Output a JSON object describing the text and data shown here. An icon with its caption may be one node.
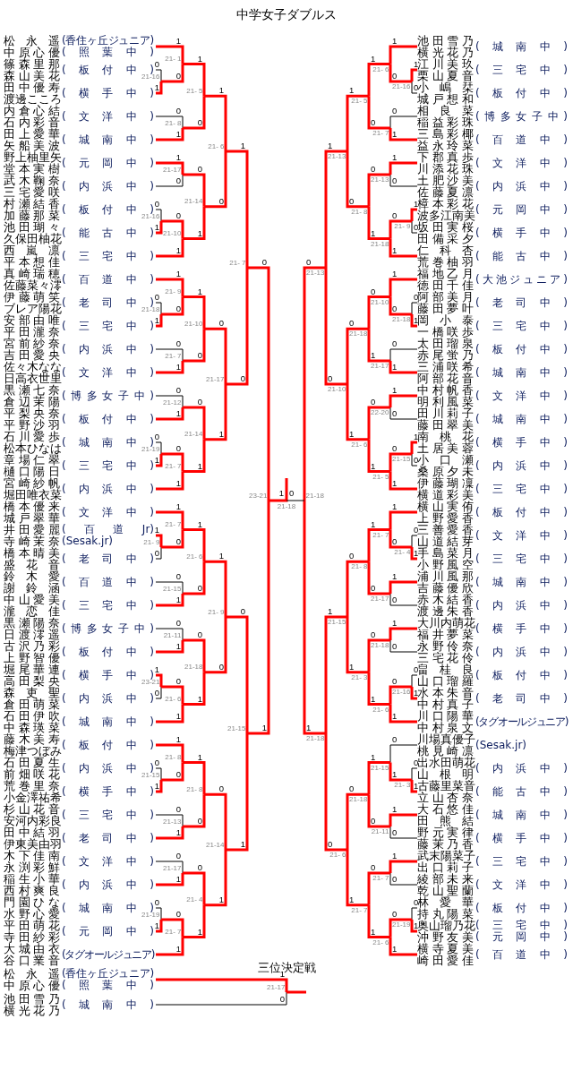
{
  "diagram": {
    "title": "中学女子ダブルス",
    "nodes": [
      {
        "text": [
          "松永遥",
          "中原心優",
          "(香住ヶ丘ジュニア)",
          "(照葉中)"
        ]
      },
      {
        "text": [
          "篠森里那",
          "森山美花",
          "(板付中)"
        ]
      },
      {
        "text": [
          "田中優寿",
          "渡邊こころ",
          "(横手中)"
        ]
      },
      {
        "text": [
          "内倉心結",
          "石内彩音",
          "(文洋中)"
        ]
      },
      {
        "text": [
          "田上愛華",
          "矢船美波",
          "(城南中)"
        ]
      },
      {
        "text": [
          "野上柚里矢",
          "堂本実樹",
          "(元岡中)"
        ]
      },
      {
        "text": [
          "武木鞠奈",
          "三宅愛咲",
          "(内浜中)"
        ]
      },
      {
        "text": [
          "村瀬結香",
          "加藤那菜",
          "(板付中)"
        ]
      },
      {
        "text": [
          "池田瑚々",
          "久保田柚花",
          "(能古中)"
        ]
      },
      {
        "text": [
          "西嵐凛",
          "平本想佳",
          "(三宅中)"
        ]
      },
      {
        "text": [
          "真崎瑞穂",
          "佐藤菜々澪",
          "(百道中)"
        ]
      },
      {
        "text": [
          "伊藤萌笑",
          "ブレア陽花",
          "(老司中)"
        ]
      },
      {
        "text": [
          "安部由唯",
          "平田瀧奈",
          "(三宅中)"
        ]
      },
      {
        "text": [
          "宮前紗奈",
          "吉田愛央",
          "(内浜中)"
        ]
      },
      {
        "text": [
          "佐々木なな",
          "日高衣世里",
          "(文洋中)"
        ]
      },
      {
        "text": [
          "黒瀬七奈",
          "倉辺茉陽",
          "(博多女子中)"
        ]
      },
      {
        "text": [
          "平梨央奈",
          "平野沙羽",
          "(板付中)"
        ]
      },
      {
        "text": [
          "石川愛歩",
          "松本ひなは",
          "(城南中)"
        ]
      },
      {
        "text": [
          "章場仁翠",
          "樋口陽日",
          "(三宅中)"
        ]
      },
      {
        "text": [
          "宮崎紗帆",
          "堀田唯衣菜",
          "(内浜中)"
        ]
      },
      {
        "text": [
          "橋本優来",
          "城戸翠華",
          "(文洋中)"
        ]
      },
      {
        "text": [
          "井田愛麗",
          "寺崎茉奈",
          "(百道Jr)",
          "(Sesak.jr)"
        ]
      },
      {
        "text": [
          "橋本晴美",
          "盛花音",
          "(老司中)"
        ]
      },
      {
        "text": [
          "鈴木愛",
          "謝鈴涵",
          "(百道中)"
        ]
      },
      {
        "text": [
          "中山愛美",
          "瀧恋佳",
          "(三宅中)"
        ]
      },
      {
        "text": [
          "黒瀬陽奈",
          "日渡澪遥",
          "(博多女子中)"
        ]
      },
      {
        "text": [
          "古沢乃彩",
          "上野智優",
          "(板付中)"
        ]
      },
      {
        "text": [
          "堀尾華連",
          "高田梨央",
          "(横手中)"
        ]
      },
      {
        "text": [
          "森吏聖",
          "倉田萌菜",
          "(内浜中)"
        ]
      },
      {
        "text": [
          "石田伊吹",
          "中森瑛菜",
          "(城南中)"
        ]
      },
      {
        "text": [
          "藤木美寿",
          "梅津つぼみ",
          "(板付中)"
        ]
      },
      {
        "text": [
          "石田夏生",
          "前畑咲花",
          "(内浜中)"
        ]
      },
      {
        "text": [
          "荒巻里奈",
          "小金澤祐希",
          "(横手中)"
        ]
      },
      {
        "text": [
          "杉山花音",
          "安河内彩良",
          "(三宅中)"
        ]
      },
      {
        "text": [
          "田中結羽",
          "伊東美由羽",
          "(老司中)"
        ]
      },
      {
        "text": [
          "木下佳南",
          "永渕彩鮮",
          "(文洋中)"
        ]
      },
      {
        "text": [
          "稲生小華",
          "西村爽良",
          "(内浜中)"
        ]
      },
      {
        "text": [
          "門園ひな",
          "水野心愛",
          "(城南中)"
        ]
      },
      {
        "text": [
          "平田萌花",
          "寺田紗彩",
          "(元岡中)"
        ]
      },
      {
        "text": [
          "大城由衣",
          "谷口業音",
          "(タグオールジュニア)"
        ]
      },
      {
        "text": [
          "21-16"
        ]
      },
      {
        "text": [
          "21- 1"
        ]
      },
      {
        "text": [
          "21- 8"
        ]
      },
      {
        "text": [
          "21- 5"
        ]
      },
      {
        "text": [
          "21-17"
        ]
      },
      {
        "text": [
          "21-16"
        ]
      },
      {
        "text": [
          "21-10"
        ]
      },
      {
        "text": [
          "21-14"
        ]
      },
      {
        "text": [
          "21- 6"
        ]
      },
      {
        "text": [
          "21-18"
        ]
      },
      {
        "text": [
          "21- 9"
        ]
      },
      {
        "text": [
          "21- 7"
        ]
      },
      {
        "text": [
          "21-10"
        ]
      },
      {
        "text": [
          "21-12"
        ]
      },
      {
        "text": [
          "21-19"
        ]
      },
      {
        "text": [
          "21- 7"
        ]
      },
      {
        "text": [
          "21-14"
        ]
      },
      {
        "text": [
          "21-17"
        ]
      },
      {
        "text": [
          "21- 7"
        ]
      },
      {
        "text": [
          "21- 9"
        ]
      },
      {
        "text": [
          "21- 7"
        ]
      },
      {
        "text": [
          "21-15"
        ]
      },
      {
        "text": [
          "21- 6"
        ]
      },
      {
        "text": [
          "21-11"
        ]
      },
      {
        "text": [
          "23-21"
        ]
      },
      {
        "text": [
          "21- 6"
        ]
      },
      {
        "text": [
          "21-18"
        ]
      },
      {
        "text": [
          "21- 9"
        ]
      },
      {
        "text": [
          "21-15"
        ]
      },
      {
        "text": [
          "21- 8"
        ]
      },
      {
        "text": [
          "21-13"
        ]
      },
      {
        "text": [
          "21- 8"
        ]
      },
      {
        "text": [
          "21-17"
        ]
      },
      {
        "text": [
          "21-19"
        ]
      },
      {
        "text": [
          "21- 7"
        ]
      },
      {
        "text": [
          "21- 4"
        ]
      },
      {
        "text": [
          "21-14"
        ]
      },
      {
        "text": [
          "21-15"
        ]
      },
      {
        "text": [
          "23-21"
        ]
      },
      {
        "text": [
          "池田雪乃",
          "横光花乃",
          "(城南中)"
        ]
      },
      {
        "text": [
          "江川美玖",
          "栗山夏音",
          "(三宅中)"
        ]
      },
      {
        "text": [
          "小嶋栞",
          "城戸想和",
          "(板付中)"
        ]
      },
      {
        "text": [
          "相良菜",
          "稲益彩珠",
          "(博多女子中)"
        ]
      },
      {
        "text": [
          "三島彩椰",
          "益永玲菜",
          "(百道中)"
        ]
      },
      {
        "text": [
          "下郡真歩",
          "川添花珠",
          "(文洋中)"
        ]
      },
      {
        "text": [
          "土肥沙美",
          "佐藤夏凛",
          "(内浜中)"
        ]
      },
      {
        "text": [
          "樟本彩花",
          "波多江南美",
          "(元岡中)"
        ]
      },
      {
        "text": [
          "坂田実桜",
          "田備采夕",
          "(横手中)"
        ]
      },
      {
        "text": [
          "仁科杏",
          "荒巻柚羽",
          "(能古中)"
        ]
      },
      {
        "text": [
          "福地乙月",
          "徳田千佳",
          "(大池ジュニア)"
        ]
      },
      {
        "text": [
          "阿部美月",
          "藤田夢叶",
          "(老司中)"
        ]
      },
      {
        "text": [
          "岡小泰",
          "一橋咲歩",
          "(三宅中)"
        ]
      },
      {
        "text": [
          "太田瑠泉",
          "赤尾蛍乃",
          "(板付中)"
        ]
      },
      {
        "text": [
          "三浦咲希",
          "阿部花音",
          "(城南中)"
        ]
      },
      {
        "text": [
          "中村帆香",
          "明利風菜",
          "(文洋中)"
        ]
      },
      {
        "text": [
          "田川莉子",
          "藤田翠美",
          "(城南中)"
        ]
      },
      {
        "text": [
          "南桃花",
          "土居美蓉",
          "(横手中)"
        ]
      },
      {
        "text": [
          "小口瀬",
          "桑原夕未",
          "(内浜中)"
        ]
      },
      {
        "text": [
          "伊藤瑚凜",
          "横道彩美",
          "(三宅中)"
        ]
      },
      {
        "text": [
          "横山実侑",
          "上野愛香",
          "(板付中)"
        ]
      },
      {
        "text": [
          "三善愛香",
          "山道結芽",
          "(文洋中)"
        ]
      },
      {
        "text": [
          "手島菜月",
          "小野風空",
          "(三宅中)"
        ]
      },
      {
        "text": [
          "浦川風那",
          "吉藤優欣",
          "(城南中)"
        ]
      },
      {
        "text": [
          "赤木結香",
          "渡邊朱香",
          "(内浜中)"
        ]
      },
      {
        "text": [
          "大川内萌花",
          "福井夢菜",
          "(横手中)"
        ]
      },
      {
        "text": [
          "永野伶奈",
          "三宅花伶",
          "(内浜中)"
        ]
      },
      {
        "text": [
          "畠桂良",
          "山口瑠羅",
          "(板付中)"
        ]
      },
      {
        "text": [
          "水本朱音",
          "中村真子",
          "(老司中)"
        ]
      },
      {
        "text": [
          "川口陽華",
          "中村泉文",
          "(タグオールジュニア)"
        ]
      },
      {
        "text": [
          "川場真優子",
          "桃見崎凛",
          "(Sesak.jr)"
        ]
      },
      {
        "text": [
          "出水田萌花",
          "山根明",
          "(内浜中)"
        ]
      },
      {
        "text": [
          "古藤里菜音",
          "立山杏奈",
          "(能古中)"
        ]
      },
      {
        "text": [
          "大石悠佳",
          "田熊結",
          "(城南中)"
        ]
      },
      {
        "text": [
          "野元実律",
          "藤茉乃香",
          "(横手中)"
        ]
      },
      {
        "text": [
          "武末陽菜子",
          "出口莉子",
          "(三宅中)"
        ]
      },
      {
        "text": [
          "綾部未来",
          "乾山聖蘭",
          "(文洋中)"
        ]
      },
      {
        "text": [
          "林愛華",
          "持丸陽菜",
          "(板付中)"
        ]
      },
      {
        "text": [
          "奥山瑠乃花",
          "沖野友美",
          "(三宅中)",
          "(元岡中)"
        ]
      },
      {
        "text": [
          "横寺夏美",
          "崎田愛佳",
          "(百道中)"
        ]
      },
      {
        "text": [
          "21-16"
        ]
      },
      {
        "text": [
          "21- 6"
        ]
      },
      {
        "text": [
          "21- 7"
        ]
      },
      {
        "text": [
          "21- 5"
        ]
      },
      {
        "text": [
          "21-13"
        ]
      },
      {
        "text": [
          "21- 9"
        ]
      },
      {
        "text": [
          "21-18"
        ]
      },
      {
        "text": [
          "21- 8"
        ]
      },
      {
        "text": [
          "21-13"
        ]
      },
      {
        "text": [
          "21-18"
        ]
      },
      {
        "text": [
          "21-10"
        ]
      },
      {
        "text": [
          "21-17"
        ]
      },
      {
        "text": [
          "21-18"
        ]
      },
      {
        "text": [
          "22-20"
        ]
      },
      {
        "text": [
          "21-15"
        ]
      },
      {
        "text": [
          "21- 5"
        ]
      },
      {
        "text": [
          "21- 6"
        ]
      },
      {
        "text": [
          "21-10"
        ]
      },
      {
        "text": [
          "21-13"
        ]
      },
      {
        "text": [
          "21- 4"
        ]
      },
      {
        "text": [
          "21- 7"
        ]
      },
      {
        "text": [
          "21-17"
        ]
      },
      {
        "text": [
          "21- 8"
        ]
      },
      {
        "text": [
          "21-18"
        ]
      },
      {
        "text": [
          "21-16"
        ]
      },
      {
        "text": [
          "21- 6"
        ]
      },
      {
        "text": [
          "21- 3"
        ]
      },
      {
        "text": [
          "21-15"
        ]
      },
      {
        "text": [
          "21- 3"
        ]
      },
      {
        "text": [
          "21-15"
        ]
      },
      {
        "text": [
          "21-11"
        ]
      },
      {
        "text": [
          "21-18"
        ]
      },
      {
        "text": [
          "21- 7"
        ]
      },
      {
        "text": [
          "21-19"
        ]
      },
      {
        "text": [
          "21- 6"
        ]
      },
      {
        "text": [
          "21- 7"
        ]
      },
      {
        "text": [
          "21- 6"
        ]
      },
      {
        "text": [
          "21-18"
        ]
      },
      {
        "text": [
          "21-18"
        ]
      },
      {
        "text": [
          "21-18"
        ]
      },
      {
        "text": [
          "松永遥",
          "中原心優",
          "(香住ヶ丘ジュニア)",
          "(照葉中)"
        ]
      },
      {
        "text": [
          "池田雪乃",
          "横光花乃",
          "(城南中)"
        ]
      },
      {
        "text": [
          "21-17"
        ]
      }
    ],
    "edges": [
      {
        "from": 1,
        "to": 40,
        "arrow": "none",
        "label": "0",
        "color": "#000000"
      },
      {
        "from": 2,
        "to": 40,
        "arrow": "none",
        "label": "1"
      },
      {
        "from": 0,
        "to": 41,
        "arrow": "none",
        "label": "1"
      },
      {
        "from": 40,
        "to": 41,
        "arrow": "none",
        "label": "0"
      },
      {
        "from": 3,
        "to": 42,
        "arrow": "none",
        "label": "0",
        "color": "#000000"
      },
      {
        "from": 4,
        "to": 42,
        "arrow": "none",
        "label": "1"
      },
      {
        "from": 41,
        "to": 43,
        "arrow": "none",
        "label": "1"
      },
      {
        "from": 42,
        "to": 43,
        "arrow": "none",
        "label": "0"
      },
      {
        "from": 5,
        "to": 44,
        "arrow": "none",
        "label": "1"
      },
      {
        "from": 6,
        "to": 44,
        "arrow": "none",
        "label": "0",
        "color": "#000000"
      },
      {
        "from": 7,
        "to": 45,
        "arrow": "none",
        "label": "0",
        "color": "#000000"
      },
      {
        "from": 8,
        "to": 45,
        "arrow": "none",
        "label": "1"
      },
      {
        "from": 45,
        "to": 46,
        "arrow": "none",
        "label": "0"
      },
      {
        "from": 9,
        "to": 46,
        "arrow": "none",
        "label": "1"
      },
      {
        "from": 44,
        "to": 47,
        "arrow": "none",
        "label": "0"
      },
      {
        "from": 46,
        "to": 47,
        "arrow": "none",
        "label": "1"
      },
      {
        "from": 43,
        "to": 48,
        "arrow": "none",
        "label": "1"
      },
      {
        "from": 47,
        "to": 48,
        "arrow": "none",
        "label": "0"
      },
      {
        "from": 11,
        "to": 49,
        "arrow": "none",
        "label": "0",
        "color": "#000000"
      },
      {
        "from": 12,
        "to": 49,
        "arrow": "none",
        "label": "1"
      },
      {
        "from": 10,
        "to": 50,
        "arrow": "none",
        "label": "1"
      },
      {
        "from": 49,
        "to": 50,
        "arrow": "none",
        "label": "0"
      },
      {
        "from": 13,
        "to": 51,
        "arrow": "none",
        "label": "0",
        "color": "#000000"
      },
      {
        "from": 14,
        "to": 51,
        "arrow": "none",
        "label": "1"
      },
      {
        "from": 50,
        "to": 52,
        "arrow": "none",
        "label": "1"
      },
      {
        "from": 51,
        "to": 52,
        "arrow": "none",
        "label": "0"
      },
      {
        "from": 15,
        "to": 53,
        "arrow": "none",
        "label": "0",
        "color": "#000000"
      },
      {
        "from": 16,
        "to": 53,
        "arrow": "none",
        "label": "1"
      },
      {
        "from": 17,
        "to": 54,
        "arrow": "none",
        "label": "0",
        "color": "#000000"
      },
      {
        "from": 18,
        "to": 54,
        "arrow": "none",
        "label": "1"
      },
      {
        "from": 54,
        "to": 55,
        "arrow": "none",
        "label": "0"
      },
      {
        "from": 19,
        "to": 55,
        "arrow": "none",
        "label": "1"
      },
      {
        "from": 53,
        "to": 56,
        "arrow": "none",
        "label": "0"
      },
      {
        "from": 55,
        "to": 56,
        "arrow": "none",
        "label": "1"
      },
      {
        "from": 52,
        "to": 57,
        "arrow": "none",
        "label": "0"
      },
      {
        "from": 56,
        "to": 57,
        "arrow": "none",
        "label": "1"
      },
      {
        "from": 48,
        "to": 58,
        "arrow": "none",
        "label": "1"
      },
      {
        "from": 57,
        "to": 58,
        "arrow": "none",
        "label": "0"
      },
      {
        "from": 21,
        "to": 59,
        "arrow": "none",
        "label": "1"
      },
      {
        "from": 22,
        "to": 59,
        "arrow": "none",
        "label": "0",
        "color": "#000000"
      },
      {
        "from": 20,
        "to": 60,
        "arrow": "none",
        "label": "1"
      },
      {
        "from": 59,
        "to": 60,
        "arrow": "none",
        "label": "0"
      },
      {
        "from": 23,
        "to": 61,
        "arrow": "none",
        "label": "0",
        "color": "#000000"
      },
      {
        "from": 24,
        "to": 61,
        "arrow": "none",
        "label": "1"
      },
      {
        "from": 60,
        "to": 62,
        "arrow": "none",
        "label": "1"
      },
      {
        "from": 61,
        "to": 62,
        "arrow": "none",
        "label": "0"
      },
      {
        "from": 25,
        "to": 63,
        "arrow": "none",
        "label": "0",
        "color": "#000000"
      },
      {
        "from": 26,
        "to": 63,
        "arrow": "none",
        "label": "1"
      },
      {
        "from": 27,
        "to": 64,
        "arrow": "none",
        "label": "1"
      },
      {
        "from": 28,
        "to": 64,
        "arrow": "none",
        "label": "0",
        "color": "#000000"
      },
      {
        "from": 64,
        "to": 65,
        "arrow": "none",
        "label": "0"
      },
      {
        "from": 29,
        "to": 65,
        "arrow": "none",
        "label": "1"
      },
      {
        "from": 63,
        "to": 66,
        "arrow": "none",
        "label": "0"
      },
      {
        "from": 65,
        "to": 66,
        "arrow": "none",
        "label": "1"
      },
      {
        "from": 62,
        "to": 67,
        "arrow": "none",
        "label": "1"
      },
      {
        "from": 66,
        "to": 67,
        "arrow": "none",
        "label": "0"
      },
      {
        "from": 31,
        "to": 68,
        "arrow": "none",
        "label": "0",
        "color": "#000000"
      },
      {
        "from": 32,
        "to": 68,
        "arrow": "none",
        "label": "1"
      },
      {
        "from": 30,
        "to": 69,
        "arrow": "none",
        "label": "1"
      },
      {
        "from": 68,
        "to": 69,
        "arrow": "none",
        "label": "0"
      },
      {
        "from": 33,
        "to": 70,
        "arrow": "none",
        "label": "0",
        "color": "#000000"
      },
      {
        "from": 34,
        "to": 70,
        "arrow": "none",
        "label": "1"
      },
      {
        "from": 69,
        "to": 71,
        "arrow": "none",
        "label": "1"
      },
      {
        "from": 70,
        "to": 71,
        "arrow": "none",
        "label": "0"
      },
      {
        "from": 35,
        "to": 72,
        "arrow": "none",
        "label": "0",
        "color": "#000000"
      },
      {
        "from": 36,
        "to": 72,
        "arrow": "none",
        "label": "1"
      },
      {
        "from": 37,
        "to": 73,
        "arrow": "none",
        "label": "0",
        "color": "#000000"
      },
      {
        "from": 38,
        "to": 73,
        "arrow": "none",
        "label": "1"
      },
      {
        "from": 73,
        "to": 74,
        "arrow": "none",
        "label": "0"
      },
      {
        "from": 39,
        "to": 74,
        "arrow": "none",
        "label": "1"
      },
      {
        "from": 72,
        "to": 75,
        "arrow": "none",
        "label": "0"
      },
      {
        "from": 74,
        "to": 75,
        "arrow": "none",
        "label": "1"
      },
      {
        "from": 71,
        "to": 76,
        "arrow": "none",
        "label": "0"
      },
      {
        "from": 75,
        "to": 76,
        "arrow": "none",
        "label": "1"
      },
      {
        "from": 67,
        "to": 77,
        "arrow": "none",
        "label": "0"
      },
      {
        "from": 76,
        "to": 77,
        "arrow": "none",
        "label": "1"
      },
      {
        "from": 58,
        "to": 78,
        "arrow": "none",
        "label": "0"
      },
      {
        "from": 77,
        "to": 78,
        "arrow": "none",
        "label": "1"
      },
      {
        "from": 80,
        "to": 119,
        "arrow": "none",
        "label": "1"
      },
      {
        "from": 81,
        "to": 119,
        "arrow": "none",
        "label": "0",
        "color": "#000000"
      },
      {
        "from": 79,
        "to": 120,
        "arrow": "none",
        "label": "1"
      },
      {
        "from": 119,
        "to": 120,
        "arrow": "none",
        "label": "0"
      },
      {
        "from": 82,
        "to": 121,
        "arrow": "none",
        "label": "0",
        "color": "#000000"
      },
      {
        "from": 83,
        "to": 121,
        "arrow": "none",
        "label": "1"
      },
      {
        "from": 120,
        "to": 122,
        "arrow": "none",
        "label": "1"
      },
      {
        "from": 121,
        "to": 122,
        "arrow": "none",
        "label": "0"
      },
      {
        "from": 84,
        "to": 123,
        "arrow": "none",
        "label": "1"
      },
      {
        "from": 85,
        "to": 123,
        "arrow": "none",
        "label": "0",
        "color": "#000000"
      },
      {
        "from": 86,
        "to": 124,
        "arrow": "none",
        "label": "1"
      },
      {
        "from": 87,
        "to": 124,
        "arrow": "none",
        "label": "0",
        "color": "#000000"
      },
      {
        "from": 124,
        "to": 125,
        "arrow": "none",
        "label": "0"
      },
      {
        "from": 88,
        "to": 125,
        "arrow": "none",
        "label": "1"
      },
      {
        "from": 123,
        "to": 126,
        "arrow": "none",
        "label": "0"
      },
      {
        "from": 125,
        "to": 126,
        "arrow": "none",
        "label": "1"
      },
      {
        "from": 122,
        "to": 127,
        "arrow": "none",
        "label": "1"
      },
      {
        "from": 126,
        "to": 127,
        "arrow": "none",
        "label": "0"
      },
      {
        "from": 90,
        "to": 128,
        "arrow": "none",
        "label": "0",
        "color": "#000000"
      },
      {
        "from": 91,
        "to": 128,
        "arrow": "none",
        "label": "1"
      },
      {
        "from": 89,
        "to": 129,
        "arrow": "none",
        "label": "1"
      },
      {
        "from": 128,
        "to": 129,
        "arrow": "none",
        "label": "0"
      },
      {
        "from": 92,
        "to": 130,
        "arrow": "none",
        "label": "0",
        "color": "#000000"
      },
      {
        "from": 93,
        "to": 130,
        "arrow": "none",
        "label": "1"
      },
      {
        "from": 129,
        "to": 131,
        "arrow": "none",
        "label": "0"
      },
      {
        "from": 130,
        "to": 131,
        "arrow": "none",
        "label": "1"
      },
      {
        "from": 94,
        "to": 132,
        "arrow": "none",
        "label": "1"
      },
      {
        "from": 95,
        "to": 132,
        "arrow": "none",
        "label": "0",
        "color": "#000000"
      },
      {
        "from": 96,
        "to": 133,
        "arrow": "none",
        "label": "1"
      },
      {
        "from": 97,
        "to": 133,
        "arrow": "none",
        "label": "0",
        "color": "#000000"
      },
      {
        "from": 133,
        "to": 134,
        "arrow": "none",
        "label": "0"
      },
      {
        "from": 98,
        "to": 134,
        "arrow": "none",
        "label": "1"
      },
      {
        "from": 132,
        "to": 135,
        "arrow": "none",
        "label": "0"
      },
      {
        "from": 134,
        "to": 135,
        "arrow": "none",
        "label": "1"
      },
      {
        "from": 131,
        "to": 136,
        "arrow": "none",
        "label": "0"
      },
      {
        "from": 135,
        "to": 136,
        "arrow": "none",
        "label": "1"
      },
      {
        "from": 127,
        "to": 137,
        "arrow": "none",
        "label": "1"
      },
      {
        "from": 136,
        "to": 137,
        "arrow": "none",
        "label": "0"
      },
      {
        "from": 100,
        "to": 138,
        "arrow": "none",
        "label": "0",
        "color": "#000000"
      },
      {
        "from": 101,
        "to": 138,
        "arrow": "none",
        "label": "1"
      },
      {
        "from": 99,
        "to": 139,
        "arrow": "none",
        "label": "1"
      },
      {
        "from": 138,
        "to": 139,
        "arrow": "none",
        "label": "0"
      },
      {
        "from": 102,
        "to": 140,
        "arrow": "none",
        "label": "1"
      },
      {
        "from": 103,
        "to": 140,
        "arrow": "none",
        "label": "0",
        "color": "#000000"
      },
      {
        "from": 139,
        "to": 141,
        "arrow": "none",
        "label": "1"
      },
      {
        "from": 140,
        "to": 141,
        "arrow": "none",
        "label": "0"
      },
      {
        "from": 104,
        "to": 142,
        "arrow": "none",
        "label": "1"
      },
      {
        "from": 105,
        "to": 142,
        "arrow": "none",
        "label": "0",
        "color": "#000000"
      },
      {
        "from": 106,
        "to": 143,
        "arrow": "none",
        "label": "0",
        "color": "#000000"
      },
      {
        "from": 107,
        "to": 143,
        "arrow": "none",
        "label": "1"
      },
      {
        "from": 143,
        "to": 144,
        "arrow": "none",
        "label": "0"
      },
      {
        "from": 108,
        "to": 144,
        "arrow": "none",
        "label": "1"
      },
      {
        "from": 142,
        "to": 145,
        "arrow": "none",
        "label": "0"
      },
      {
        "from": 144,
        "to": 145,
        "arrow": "none",
        "label": "1"
      },
      {
        "from": 141,
        "to": 146,
        "arrow": "none",
        "label": "0"
      },
      {
        "from": 145,
        "to": 146,
        "arrow": "none",
        "label": "1"
      },
      {
        "from": 110,
        "to": 147,
        "arrow": "none",
        "label": "0",
        "color": "#000000"
      },
      {
        "from": 111,
        "to": 147,
        "arrow": "none",
        "label": "1"
      },
      {
        "from": 109,
        "to": 148,
        "arrow": "none",
        "label": "0",
        "color": "#000000"
      },
      {
        "from": 147,
        "to": 148,
        "arrow": "none",
        "label": "1"
      },
      {
        "from": 112,
        "to": 149,
        "arrow": "none",
        "label": "1"
      },
      {
        "from": 113,
        "to": 149,
        "arrow": "none",
        "label": "0",
        "color": "#000000"
      },
      {
        "from": 148,
        "to": 150,
        "arrow": "none",
        "label": "1"
      },
      {
        "from": 149,
        "to": 150,
        "arrow": "none",
        "label": "0"
      },
      {
        "from": 114,
        "to": 151,
        "arrow": "none",
        "label": "1"
      },
      {
        "from": 115,
        "to": 151,
        "arrow": "none",
        "label": "0",
        "color": "#000000"
      },
      {
        "from": 116,
        "to": 152,
        "arrow": "none",
        "label": "0",
        "color": "#000000"
      },
      {
        "from": 117,
        "to": 152,
        "arrow": "none",
        "label": "1"
      },
      {
        "from": 152,
        "to": 153,
        "arrow": "none",
        "label": "0"
      },
      {
        "from": 118,
        "to": 153,
        "arrow": "none",
        "label": "1"
      },
      {
        "from": 151,
        "to": 154,
        "arrow": "none",
        "label": "0"
      },
      {
        "from": 153,
        "to": 154,
        "arrow": "none",
        "label": "1"
      },
      {
        "from": 150,
        "to": 155,
        "arrow": "none",
        "label": "0"
      },
      {
        "from": 154,
        "to": 155,
        "arrow": "none",
        "label": "1"
      },
      {
        "from": 146,
        "to": 156,
        "arrow": "none",
        "label": "1"
      },
      {
        "from": 155,
        "to": 156,
        "arrow": "none",
        "label": "0"
      },
      {
        "from": 137,
        "to": 157,
        "arrow": "none",
        "label": "0"
      },
      {
        "from": 156,
        "to": 157,
        "arrow": "none",
        "label": "1"
      },
      {
        "from": 78,
        "to": 158,
        "arrow": "none",
        "label": "1"
      },
      {
        "from": 157,
        "to": 158,
        "arrow": "none",
        "label": "0",
        "color": "#000000"
      },
      {
        "from": 159,
        "to": 161,
        "arrow": "none",
        "label": "1"
      },
      {
        "from": 160,
        "to": 161,
        "arrow": "none",
        "label": "0",
        "color": "#000000"
      }
    ],
    "labels": [
      "三位決定戦"
    ]
  }
}
